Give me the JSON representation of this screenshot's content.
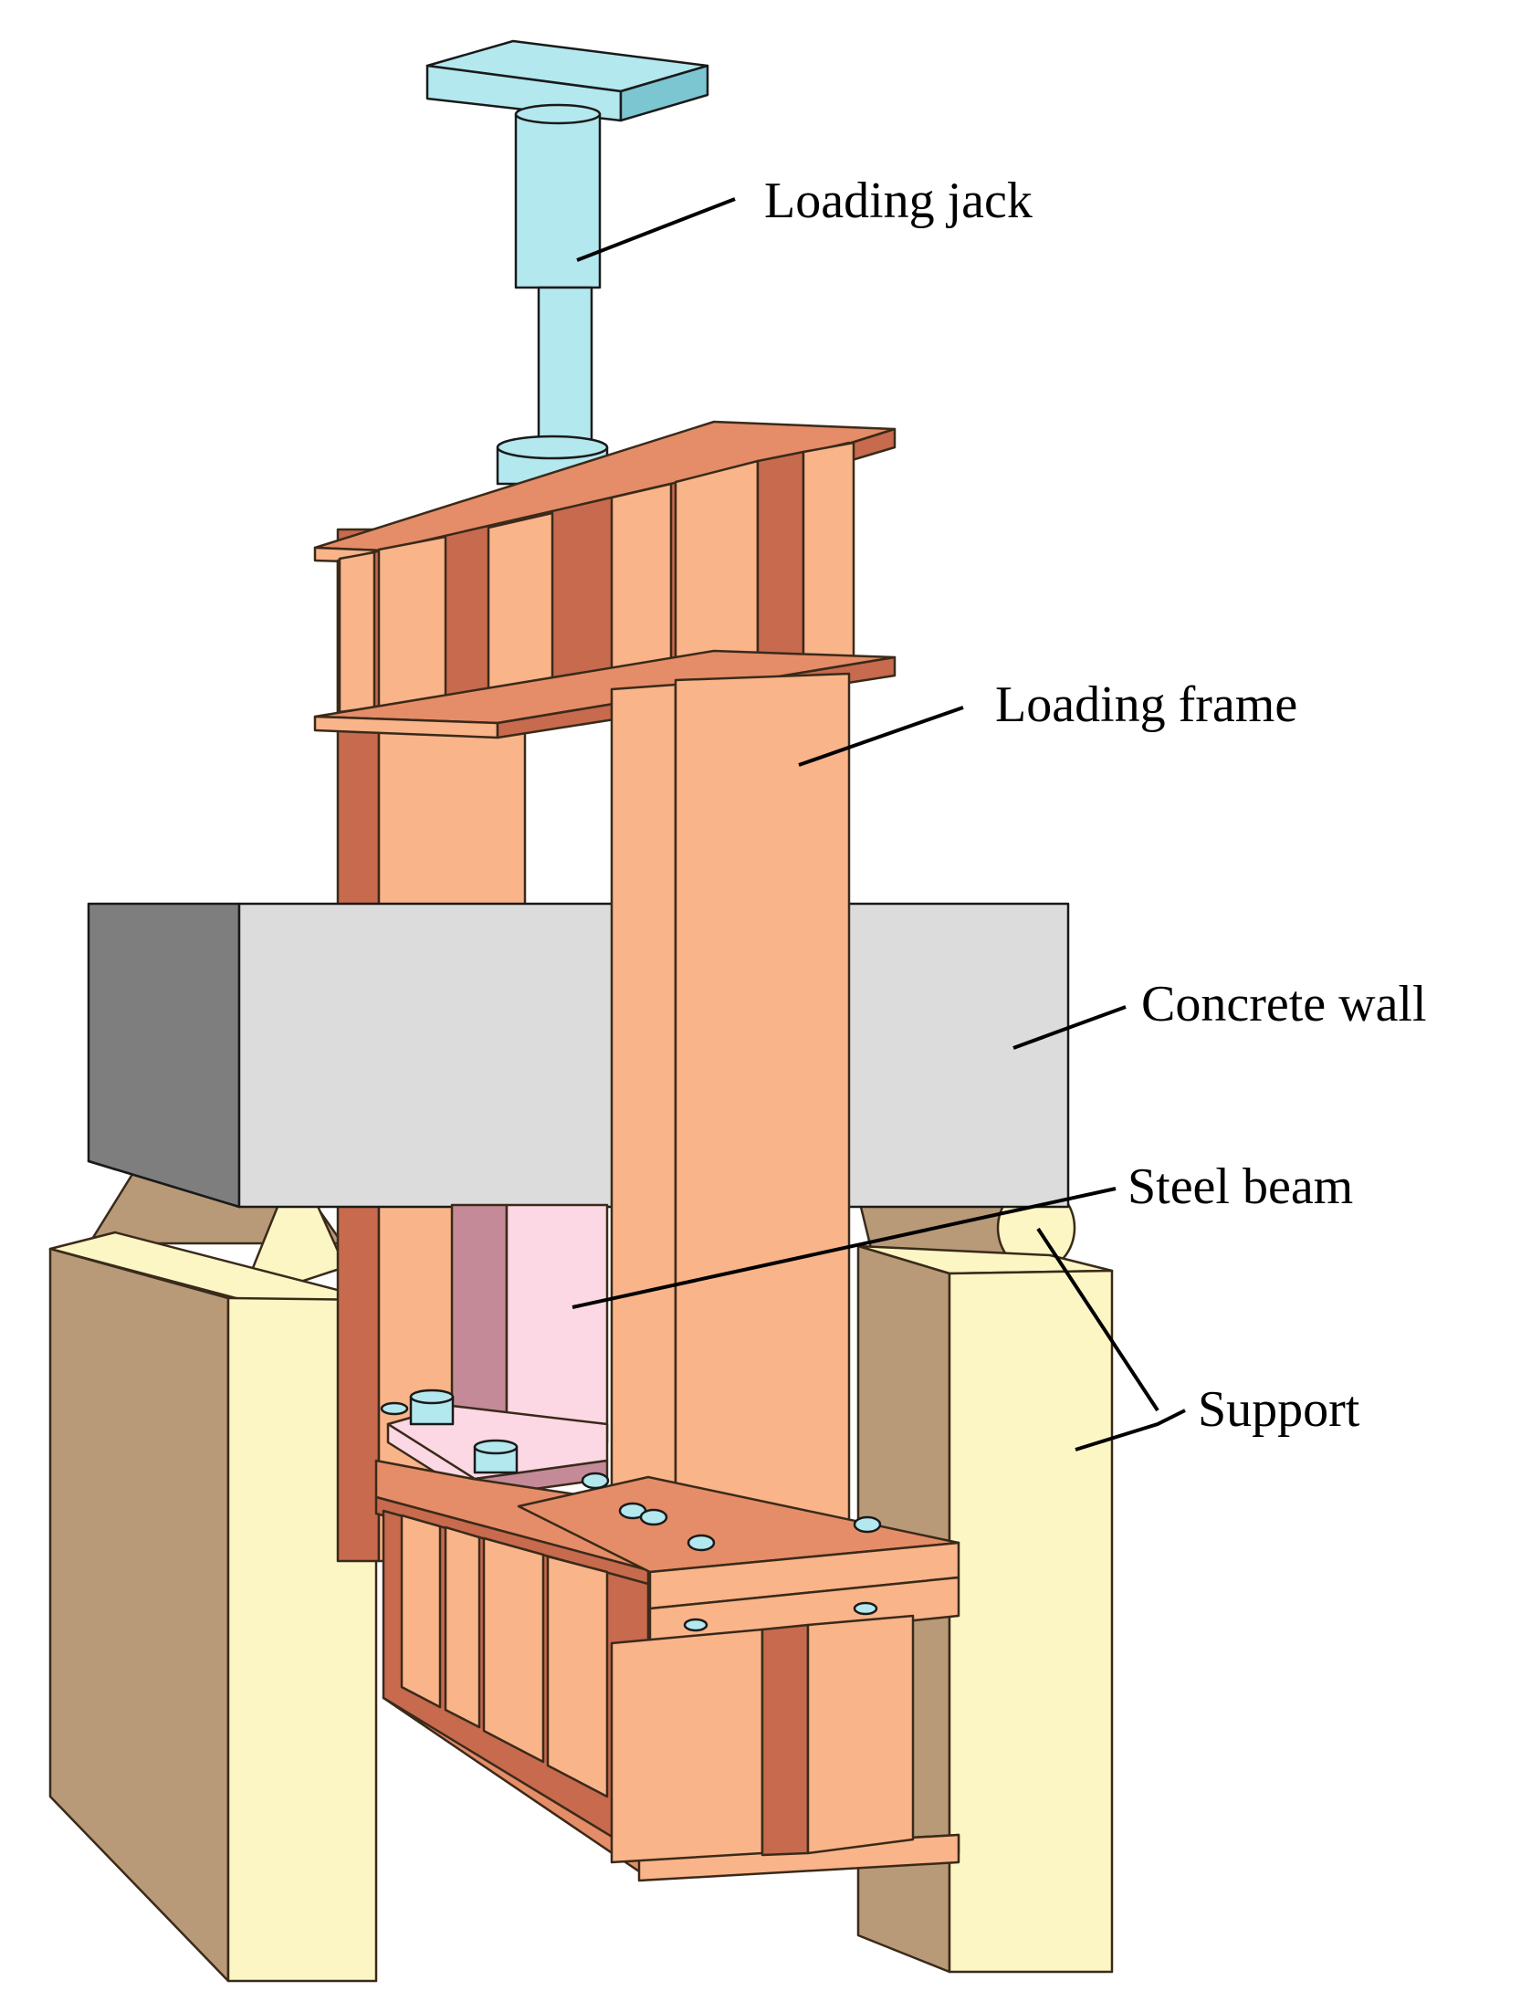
{
  "labels": {
    "loading_jack": "Loading jack",
    "loading_frame": "Loading frame",
    "concrete_wall": "Concrete wall",
    "steel_beam": "Steel beam",
    "support": "Support"
  },
  "colors": {
    "jack": "#b3e8ef",
    "jack_dark": "#7cc6d2",
    "frame": "#f9b48a",
    "frame_dark": "#c76a4e",
    "frame_mid": "#e58d68",
    "concrete_front": "#dcdcdc",
    "concrete_side": "#7e7e7e",
    "concrete_top": "#c8c8c8",
    "steel_beam": "#fbd8e4",
    "steel_beam_dark": "#c48a98",
    "support_front": "#fcf6c4",
    "support_side": "#b89a78"
  }
}
